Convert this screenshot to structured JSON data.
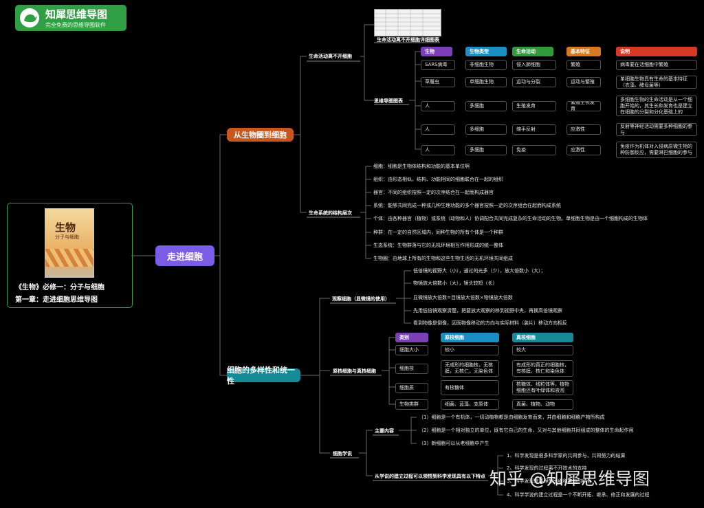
{
  "brand": {
    "name": "知犀思维导图",
    "slogan": "完全免费的思维导图软件"
  },
  "book": {
    "cover_big": "生物",
    "cover_sub": "分子与细胞",
    "caption_line1": "《生物》必修一：分子与细胞",
    "caption_line2": "第一章：走进细胞思维导图"
  },
  "root": "走进细胞",
  "sec1": {
    "title": "从生物圈到细胞",
    "sub1": "生命活动离不开细胞",
    "sub1_leaf1": "生命活动离不开细胞详细图表",
    "sub1_leaf2": "思维导图图表",
    "table_headers": [
      "生物",
      "生物类型",
      "生命活动",
      "基本特征",
      "说明"
    ],
    "table_rows": [
      [
        "SARS病毒",
        "非细胞生物",
        "侵入肺细胞",
        "繁殖",
        "病毒要在活细胞中繁殖"
      ],
      [
        "草履虫",
        "单细胞生物",
        "运动与分裂",
        "运动与繁殖",
        "单细胞生物具有生命的基本特征（衣藻、酵母菌等）"
      ],
      [
        "人",
        "多细胞",
        "生殖发育",
        "繁殖生长发育",
        "多细胞生物的生命活动是从一个细胞开始的，其生长和发育也是建立在细胞的分裂和分化基础上的"
      ],
      [
        "人",
        "多细胞",
        "缩手反射",
        "应激性",
        "反射等神经活动需要多种细胞的参与"
      ],
      [
        "人",
        "多细胞",
        "免疫",
        "应激性",
        "免疫作为机体对入侵病原微生物的种防御反应，需要淋巴细胞的参与"
      ]
    ],
    "sub2": "生命系统的结构层次",
    "levels": [
      "细胞：细胞是生物体结构和功能的基本单位啊",
      "组织：由形态相似，结构、功能相同的细胞联合在一起的组织",
      "器官：不同的组织按照一定的次序结合在一起而构成器官",
      "系统：能够共同完成一种或几种生理功能的多个器官按照一定的次序组合在起而构成系统",
      "个体：由各种器官（植物）或系统（动物和人）协调配合共同完成复杂的生命活动的生物。单细胞生物是由一个细胞构成的生物体",
      "种群：在一定的自然区域内，同种生物的所有个体是一个种群",
      "生态系统：生物群落与它的无机环境相互作用形成的统一整体",
      "生物圈：由地球上所有的生物和这些生物生活的无机环境共同组成"
    ]
  },
  "sec2": {
    "title": "细胞的多样性和统一性",
    "sub1": "观察细胞（显微镜的使用）",
    "micro": [
      "低倍镜的视野大（小），通过的光多（少），放大倍数小（大）；",
      "物镜放大倍数小（大），镜头较短（长）",
      "显微镜放大倍数=目镜放大倍数×物镜放大倍数",
      "先用低倍镜观察清楚，把要放大观察的移到视野中央，再换高倍镜观察",
      "看到物像是倒像，因而物像移动的方向与实际材料（装片）移动方向相反"
    ],
    "sub2": "原核细胞与真核细胞",
    "cmp_headers": [
      "类别",
      "原核细胞",
      "真核细胞"
    ],
    "cmp_rows": [
      [
        "细胞大小",
        "较小",
        "较大"
      ],
      [
        "细胞核",
        "无成形的细胞核，无核膜，无核仁，无染色体",
        "有成形的真正的细胞核，有核膜、核仁和染色体"
      ],
      [
        "细胞质",
        "有核糖体",
        "核糖体、线粒体等，植物细胞还有叶绿体和液泡"
      ],
      [
        "生物类群",
        "细菌、蓝藻、支原体",
        "真菌、植物、动物"
      ]
    ],
    "sub3": "细胞学说",
    "content_label": "主要内容",
    "contents": [
      "（1）细胞是一个有机体，一切动植物都是由细胞发育而来，并由细胞和细胞产物所构成",
      "（2）细胞是一个相对独立的单位，既有它自己的生命，又对与其他细胞共同组成的整体的生命起作用",
      "（3）新细胞可以从老细胞中产生"
    ],
    "process_label": "从学说的建立过程可以领悟到科学发现具有以下特点",
    "process": [
      "1、科学发现是很多科学家的共同参与，共同努力的结果",
      "2、科学发现的过程离不开技术的支持",
      "3、科学发现需要理性思维和实验的结合",
      "4、科学学说的建立过程是一个不断开拓、继承、修正和发展的过程"
    ]
  },
  "watermark": "知乎 @知犀思维导图",
  "colors": {
    "brand_green": "#2f9e44",
    "root": "#7b5ce6",
    "sec1": "#c8561f",
    "sec2": "#168a96",
    "purple": "#7b3fb8",
    "cyan": "#1a8fc4",
    "green": "#2f9b3a",
    "orange": "#d9791f",
    "red": "#d63a25"
  }
}
